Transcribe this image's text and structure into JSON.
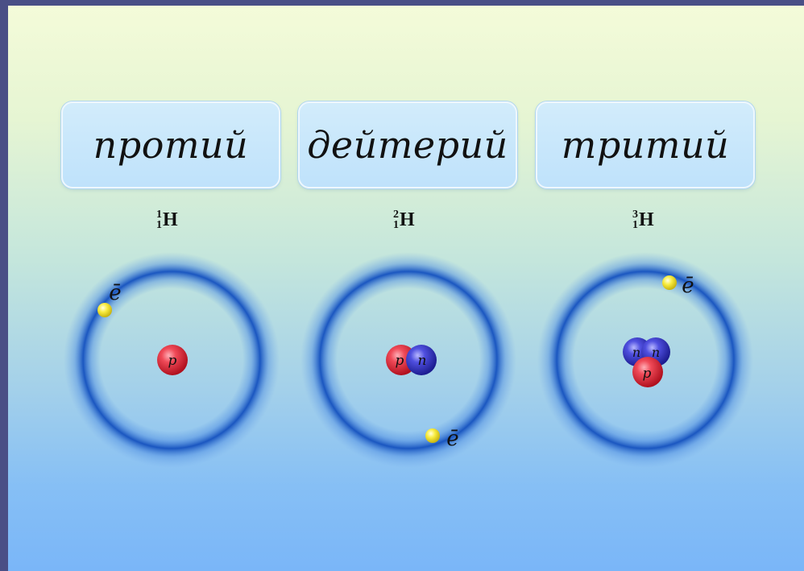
{
  "isotopes": [
    {
      "name": "протий",
      "mass_number": "1",
      "atomic_number": "1",
      "element": "H"
    },
    {
      "name": "дейтерий",
      "mass_number": "2",
      "atomic_number": "1",
      "element": "H"
    },
    {
      "name": "тритий",
      "mass_number": "3",
      "atomic_number": "1",
      "element": "H"
    }
  ],
  "particles": {
    "proton": "p",
    "neutron": "n",
    "electron": "ē"
  },
  "colors": {
    "proton": "#e5303f",
    "neutron": "#3a3ad0",
    "electron": "#f7ea3a",
    "orbit": "#1f63c8",
    "frame": "#4a4f86"
  }
}
